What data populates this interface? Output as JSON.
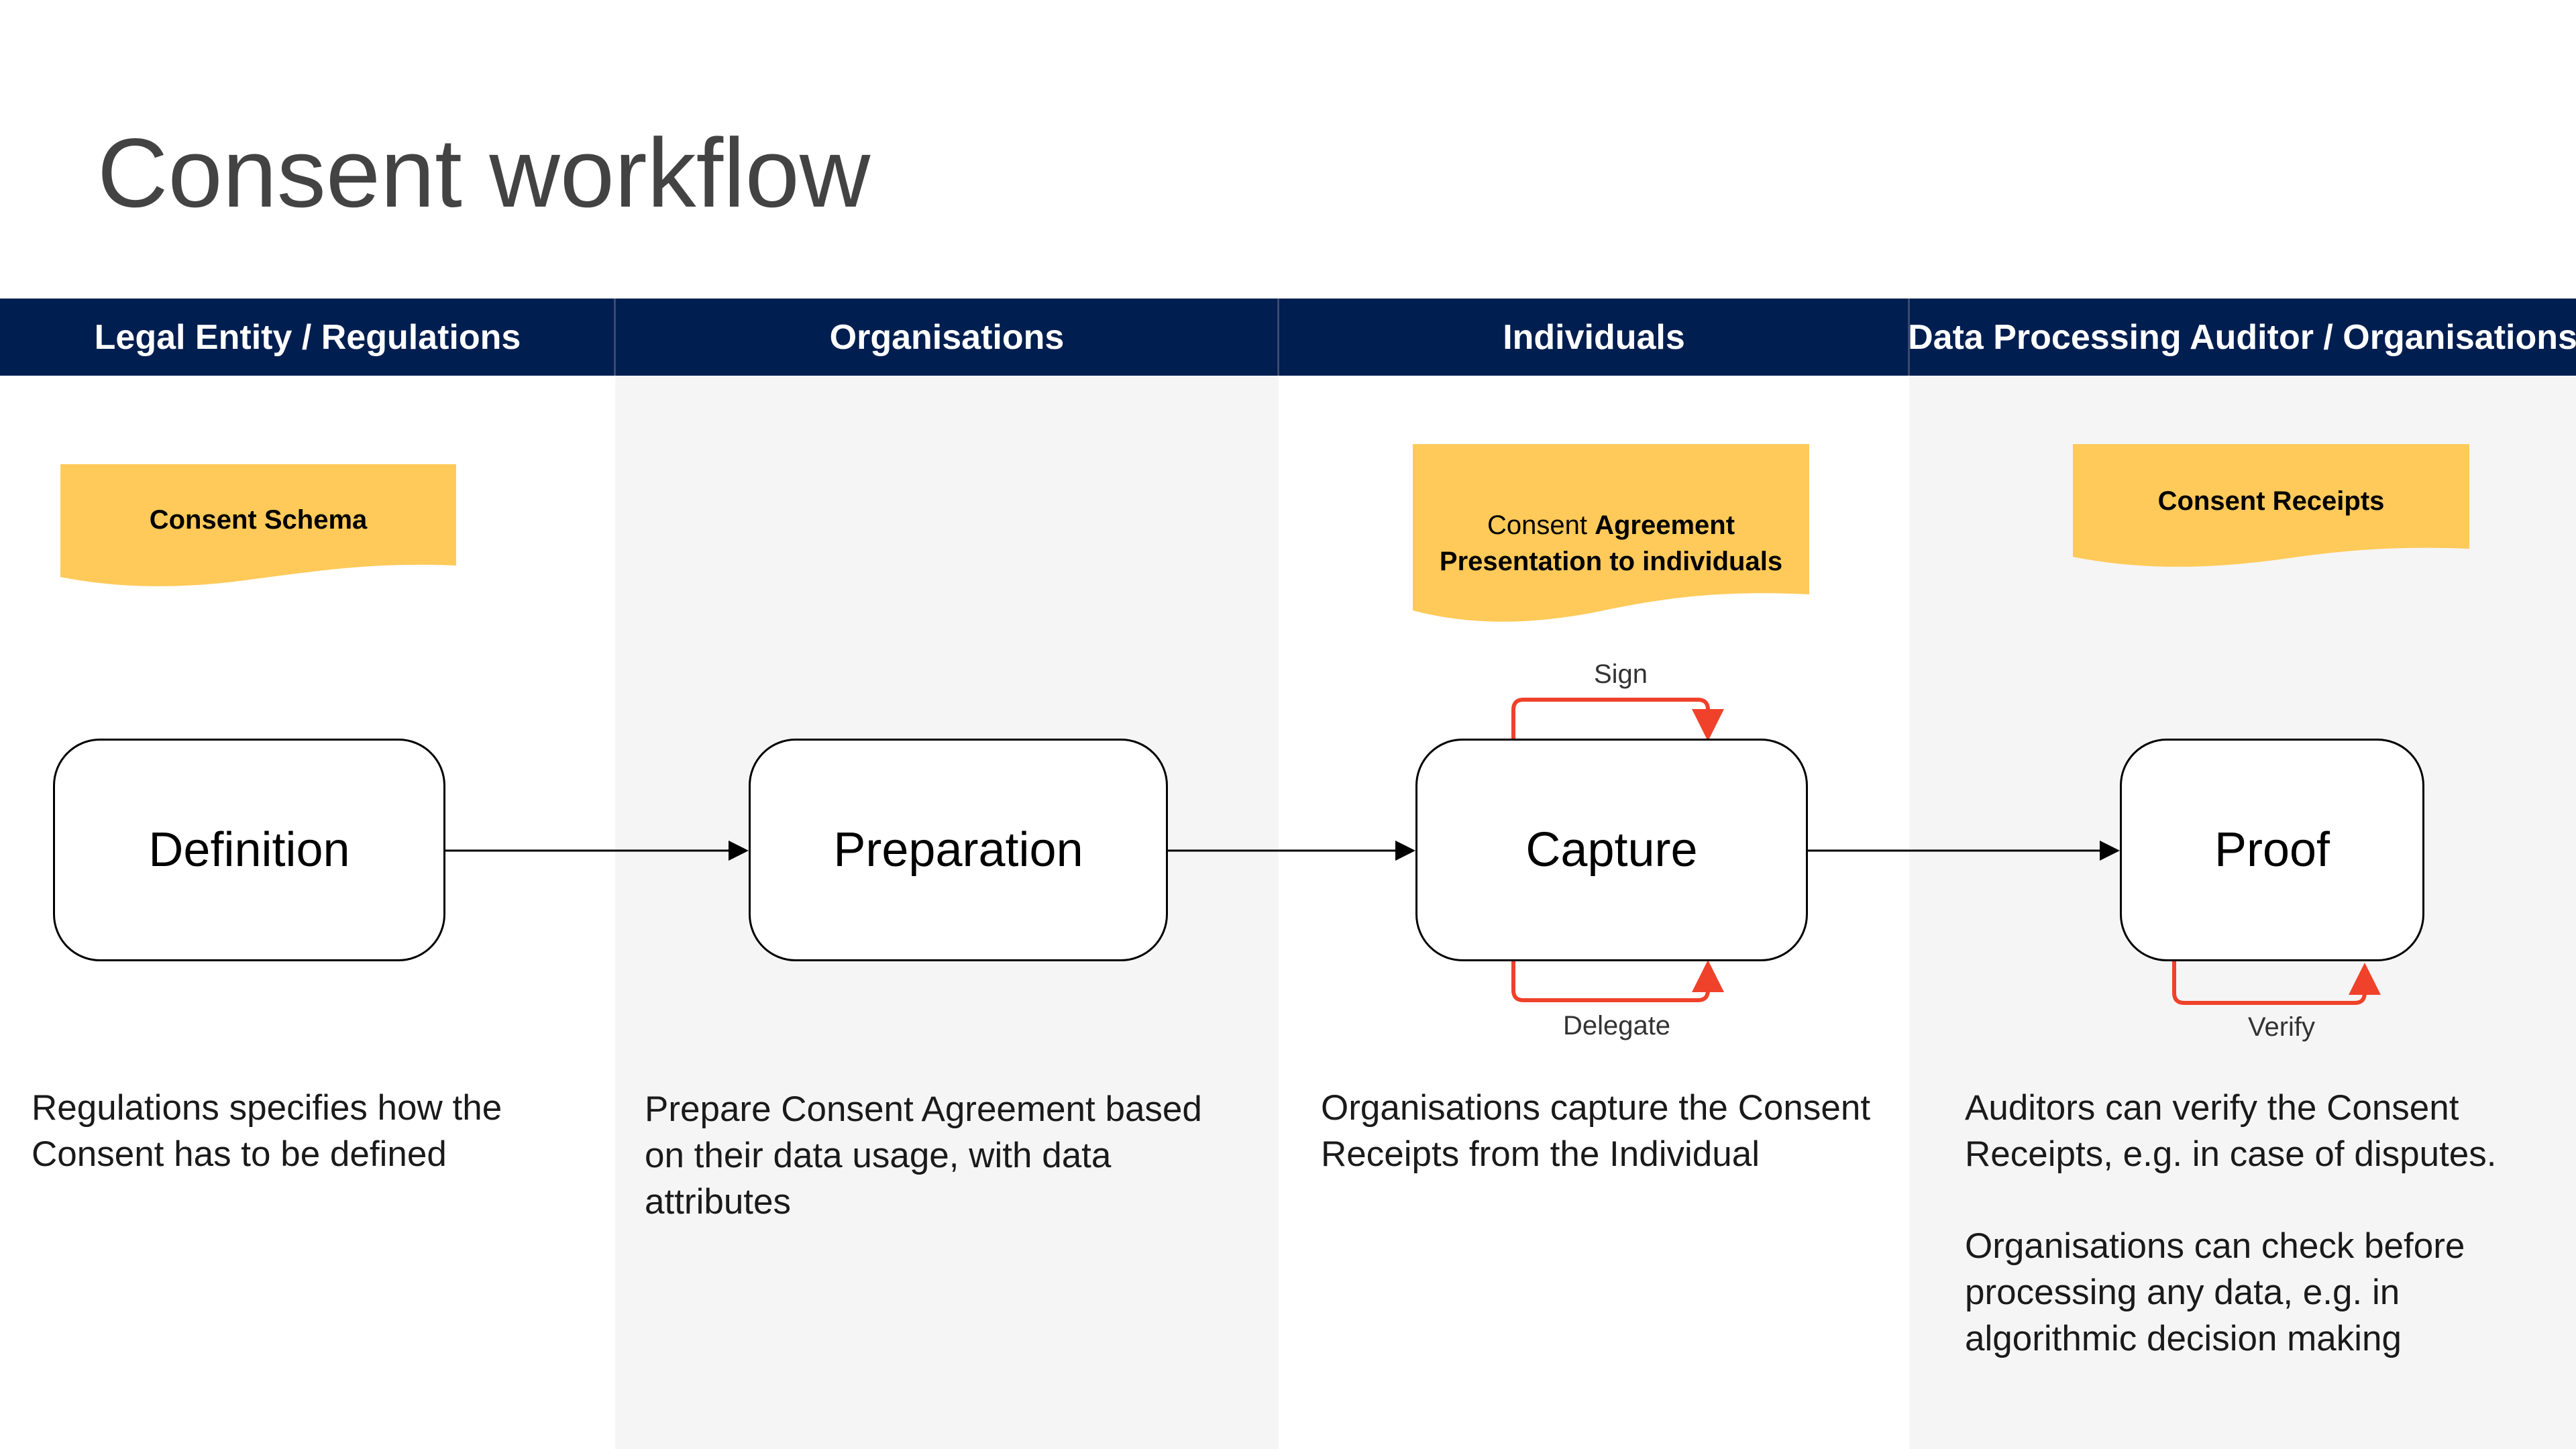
{
  "title": "Consent workflow",
  "colors": {
    "header_bg": "#001e50",
    "lane_alt_bg": "#f5f5f5",
    "note_fill": "#ffca5a",
    "loop_arrow": "#f0412a",
    "flow_arrow": "#000000"
  },
  "lanes": [
    {
      "label": "Legal Entity / Regulations"
    },
    {
      "label": "Organisations"
    },
    {
      "label": "Individuals"
    },
    {
      "label": "Data Processing Auditor / Organisations"
    }
  ],
  "notes": {
    "schema": {
      "label": "Consent Schema"
    },
    "agreement": {
      "line1_regular": "Consent ",
      "line1_bold": "Agreement",
      "line2": "Presentation to individuals"
    },
    "receipts": {
      "label": "Consent Receipts"
    }
  },
  "nodes": {
    "definition": "Definition",
    "preparation": "Preparation",
    "capture": "Capture",
    "proof": "Proof"
  },
  "loops": {
    "sign": "Sign",
    "delegate": "Delegate",
    "verify": "Verify"
  },
  "descriptions": {
    "definition": "Regulations specifies how the Consent has to be defined",
    "preparation": "Prepare Consent Agreement based on their data usage, with data attributes",
    "capture": "Organisations capture the Consent Receipts from the Individual",
    "proof_1": "Auditors can verify the Consent Receipts, e.g. in case of disputes.",
    "proof_2": "Organisations can check before processing any data, e.g. in algorithmic decision making"
  }
}
